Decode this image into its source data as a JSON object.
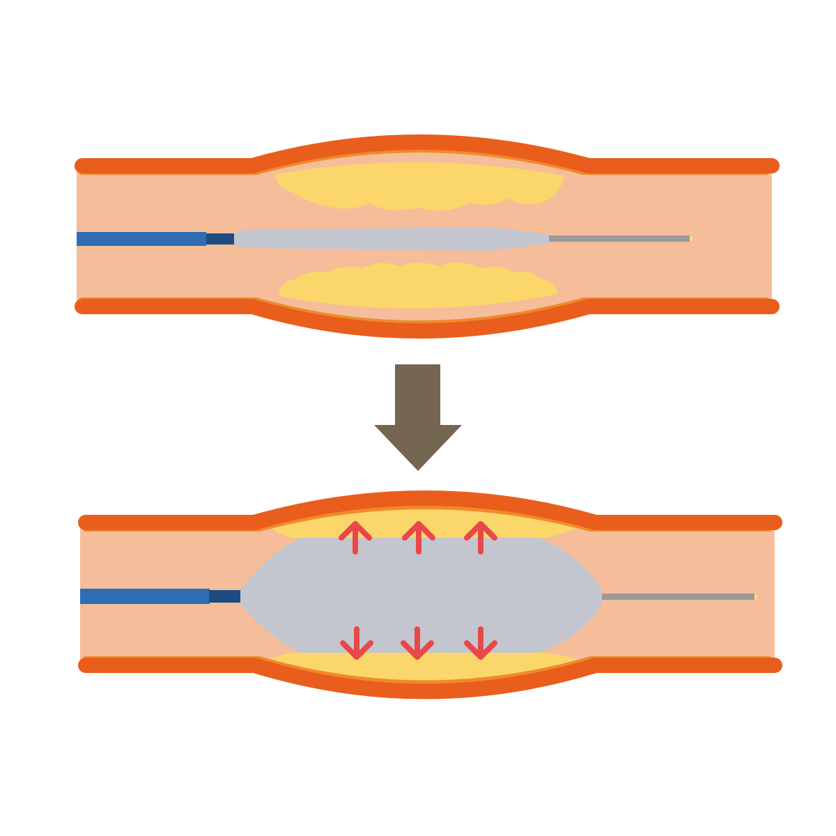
{
  "diagram": {
    "panels": [
      {
        "id": "before",
        "state": "deflated-balloon"
      },
      {
        "id": "after",
        "state": "inflated-balloon"
      }
    ],
    "colors": {
      "vessel_wall": "#e95e1c",
      "vessel_inner_wall": "#f08a2a",
      "lumen": "#f5bd9a",
      "plaque": "#fbd66a",
      "catheter_shaft": "#2e6db4",
      "catheter_connector": "#1f4c80",
      "balloon": "#c4c6cf",
      "guidewire": "#9a9a9a",
      "guidewire_tip": "#f6e86a",
      "pressure_arrows": "#e8484a",
      "transition_arrow": "#756652",
      "background": "#ffffff"
    }
  }
}
